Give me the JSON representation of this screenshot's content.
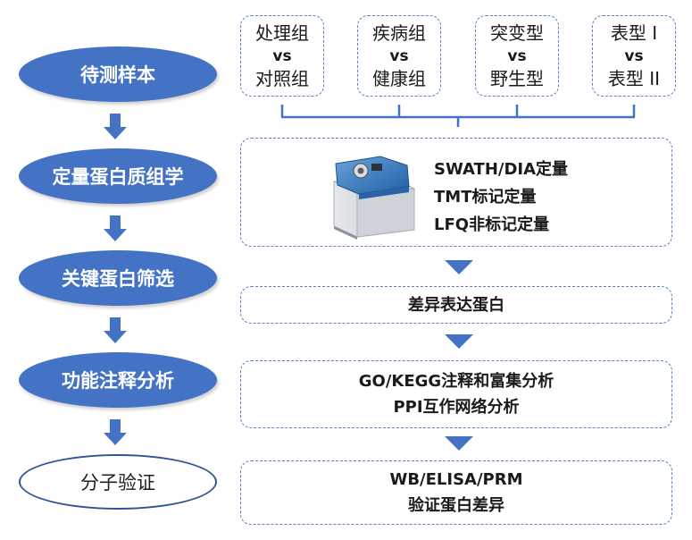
{
  "steps": [
    "待测样本",
    "定量蛋白质组学",
    "关键蛋白筛选",
    "功能注释分析",
    "分子验证"
  ],
  "samples": [
    {
      "top": "处理组",
      "vs": "vs",
      "bottom": "对照组"
    },
    {
      "top": "疾病组",
      "vs": "vs",
      "bottom": "健康组"
    },
    {
      "top": "突变型",
      "vs": "vs",
      "bottom": "野生型"
    },
    {
      "top": "表型 I",
      "vs": "vs",
      "bottom": "表型 II"
    }
  ],
  "quant_methods": [
    "SWATH/DIA定量",
    "TMT标记定量",
    "LFQ非标记定量"
  ],
  "screening": "差异表达蛋白",
  "annotation": [
    "GO/KEGG注释和富集分析",
    "PPI互作网络分析"
  ],
  "validation": [
    "WB/ELISA/PRM",
    "验证蛋白差异"
  ],
  "colors": {
    "accent": "#4472c4",
    "outline": "#2f5597",
    "dashed_border": "#5b7fc3"
  }
}
